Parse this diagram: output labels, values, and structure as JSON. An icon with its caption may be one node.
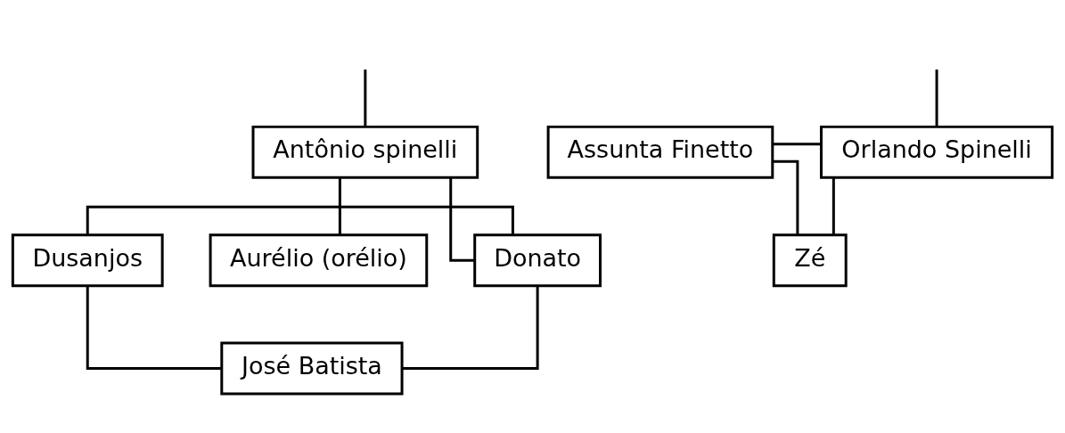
{
  "diagram": {
    "nodes": [
      {
        "text": [
          "Antônio spinelli"
        ]
      },
      {
        "text": [
          "Orlando Spinelli"
        ]
      },
      {
        "text": [
          "Assunta Finetto"
        ]
      },
      {
        "text": [
          "Aurélio (orélio)"
        ]
      },
      {
        "text": [
          "Donato"
        ]
      },
      {
        "text": [
          "Dusanjos"
        ]
      },
      {
        "text": [
          "José Batista"
        ]
      },
      {
        "text": [
          "Zé"
        ]
      }
    ],
    "edges": [
      {
        "from": null,
        "to": 0,
        "arrow": "none"
      },
      {
        "from": null,
        "to": 1,
        "arrow": "none"
      },
      {
        "from": 1,
        "to": 2,
        "arrow": "none"
      },
      {
        "from": 0,
        "to": 3,
        "arrow": "none"
      },
      {
        "from": 0,
        "to": 4,
        "arrow": "none"
      },
      {
        "from": 4,
        "to": 5,
        "arrow": "none"
      },
      {
        "from": 1,
        "to": 7,
        "arrow": "none"
      },
      {
        "from": 2,
        "to": 7,
        "arrow": "none"
      },
      {
        "from": 4,
        "to": 6,
        "arrow": "none"
      },
      {
        "from": 5,
        "to": 6,
        "arrow": "none"
      }
    ]
  }
}
